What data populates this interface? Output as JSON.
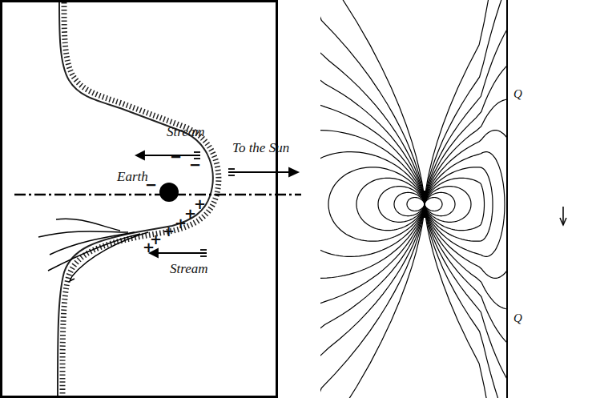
{
  "diagram": {
    "labels": [
      "Stream",
      "To the Sun",
      "Earth",
      "−",
      "−",
      "−",
      "+",
      "+",
      "+",
      "+",
      "+",
      "+",
      "Stream",
      "Q",
      "Q"
    ]
  }
}
